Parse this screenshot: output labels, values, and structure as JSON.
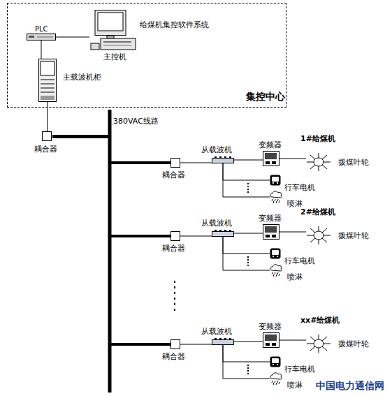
{
  "diagram": {
    "nodes": [
      {
        "text": [
          "集控中心"
        ]
      },
      {
        "text": [
          "PLC"
        ],
        "in": 0
      },
      {
        "text": [
          "给煤机集控软件系统",
          "主控机"
        ],
        "in": 0
      },
      {
        "text": [
          "主载波机柜"
        ],
        "in": 0
      },
      {
        "text": [
          "耦合器"
        ]
      },
      {
        "text": [
          "耦合器"
        ]
      },
      {
        "text": [
          "从载波机"
        ]
      },
      {
        "text": [
          "变频器"
        ]
      },
      {
        "text": [
          "拨煤叶轮"
        ]
      },
      {
        "text": [
          "行车电机"
        ]
      },
      {
        "text": [
          "喷淋"
        ]
      },
      {
        "text": [
          "耦合器"
        ]
      },
      {
        "text": [
          "从载波机"
        ]
      },
      {
        "text": [
          "变频器"
        ]
      },
      {
        "text": [
          "拨煤叶轮"
        ]
      },
      {
        "text": [
          "行车电机"
        ]
      },
      {
        "text": [
          "喷淋"
        ]
      },
      {
        "text": [
          "耦合器"
        ]
      },
      {
        "text": [
          "从载波机"
        ]
      },
      {
        "text": [
          "变频器"
        ]
      },
      {
        "text": [
          "拨煤叶轮"
        ]
      },
      {
        "text": [
          "行车电机"
        ]
      },
      {
        "text": [
          "喷淋"
        ]
      }
    ],
    "edges": [
      {
        "from": 1,
        "to": 2,
        "arrow": "none"
      },
      {
        "from": 1,
        "to": 3,
        "arrow": "none"
      },
      {
        "from": 3,
        "to": 4,
        "arrow": "none"
      },
      {
        "from": 4,
        "to": 5,
        "arrow": "none"
      },
      {
        "from": 4,
        "to": 11,
        "arrow": "none"
      },
      {
        "from": 4,
        "to": 17,
        "arrow": "none"
      },
      {
        "from": 5,
        "to": 6,
        "arrow": "none"
      },
      {
        "from": 6,
        "to": 7,
        "arrow": "none"
      },
      {
        "from": 7,
        "to": 8,
        "arrow": "none"
      },
      {
        "from": 6,
        "to": 9,
        "arrow": "none"
      },
      {
        "from": 6,
        "to": 10,
        "arrow": "none"
      },
      {
        "from": 11,
        "to": 12,
        "arrow": "none"
      },
      {
        "from": 12,
        "to": 13,
        "arrow": "none"
      },
      {
        "from": 13,
        "to": 14,
        "arrow": "none"
      },
      {
        "from": 12,
        "to": 15,
        "arrow": "none"
      },
      {
        "from": 12,
        "to": 16,
        "arrow": "none"
      },
      {
        "from": 17,
        "to": 18,
        "arrow": "none"
      },
      {
        "from": 18,
        "to": 19,
        "arrow": "none"
      },
      {
        "from": 19,
        "to": 20,
        "arrow": "none"
      },
      {
        "from": 18,
        "to": 21,
        "arrow": "none"
      },
      {
        "from": 18,
        "to": 22,
        "arrow": "none"
      }
    ],
    "labels": [
      "380VAC线路",
      "1#给煤机",
      "2#给煤机",
      "xx#给煤机",
      "中国电力通信网"
    ]
  }
}
